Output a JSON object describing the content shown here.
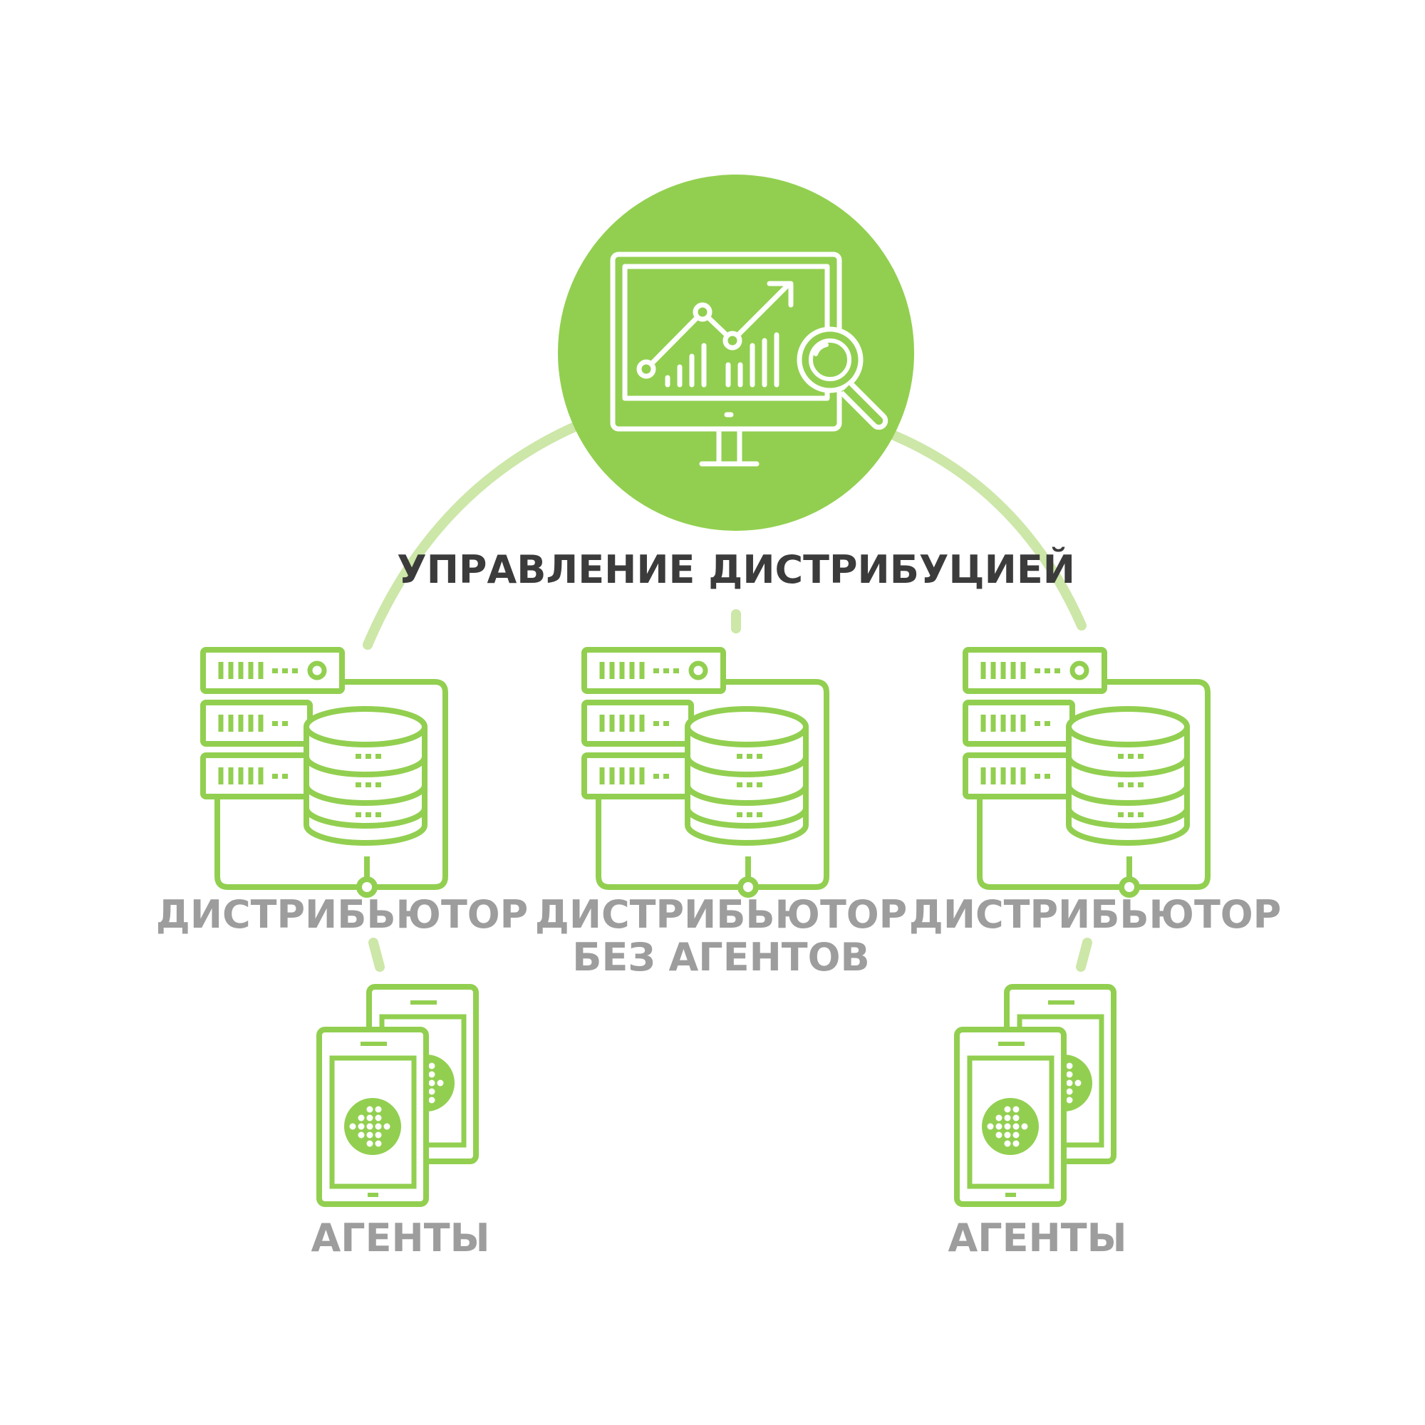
{
  "title": "УПРАВЛЕНИЕ ДИСТРИБУЦИЕЙ",
  "nodes": {
    "left_distributor": "ДИСТРИБЬЮТОР",
    "center_distributor_line1": "ДИСТРИБЬЮТОР",
    "center_distributor_line2": "БЕЗ АГЕНТОВ",
    "right_distributor": "ДИСТРИБЬЮТОР",
    "left_agents": "АГЕНТЫ",
    "right_agents": "АГЕНТЫ"
  },
  "icons": {
    "hub": "analytics-monitor-icon",
    "distributor": "server-database-icon",
    "agents": "tablet-devices-icon"
  },
  "colors": {
    "accent": "#92cf50",
    "accent_light": "#cce7a8",
    "title_text": "#3b3b3b",
    "label_text": "#9d9d9d",
    "white": "#ffffff"
  }
}
